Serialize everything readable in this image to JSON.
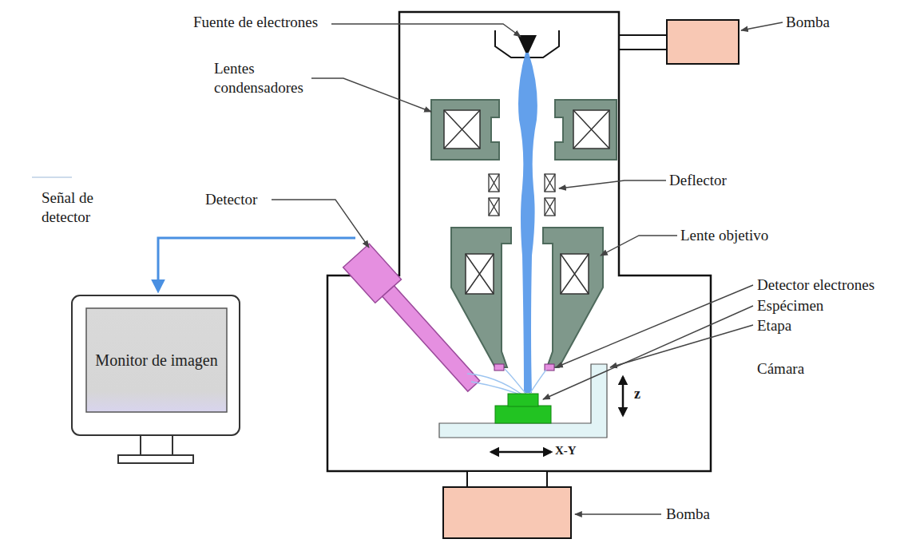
{
  "diagram": {
    "nodes": [
      {
        "text": [
          "Monitor de imagen"
        ]
      }
    ],
    "labels": [
      "Fuente de electrones",
      "Bomba",
      "Lentes condensadores",
      "Señal de detector",
      "Detector",
      "Deflector",
      "Lente objetivo",
      "Detector electrones",
      "Espécimen",
      "Etapa",
      "z",
      "Cámara",
      "X-Y",
      "Bomba"
    ]
  }
}
